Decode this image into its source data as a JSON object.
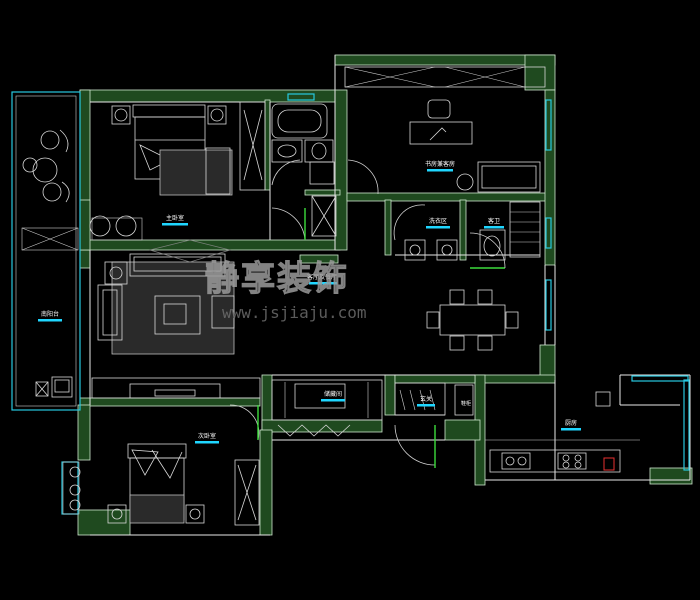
{
  "watermark": {
    "brand_text": "静享装饰",
    "url_text": "www.jsjiaju.com"
  },
  "rooms": [
    {
      "id": "master-bedroom",
      "label": "主卧室"
    },
    {
      "id": "study",
      "label": "书房兼客房"
    },
    {
      "id": "laundry",
      "label": "洗衣区"
    },
    {
      "id": "guest-bath",
      "label": "客卫"
    },
    {
      "id": "living-dining",
      "label": "客厅及餐厅"
    },
    {
      "id": "south-balcony",
      "label": "南阳台"
    },
    {
      "id": "storage",
      "label": "储藏间"
    },
    {
      "id": "entrance",
      "label": "玄关"
    },
    {
      "id": "shoe",
      "label": "鞋柜"
    },
    {
      "id": "kitchen",
      "label": "厨房"
    },
    {
      "id": "second-bedroom",
      "label": "次卧室"
    }
  ],
  "colors": {
    "background": "#000000",
    "wall_fill": "#1f4a1f",
    "label_underline": "#1fd6ff",
    "window_glass": "#27c8e0",
    "door_leaf": "#3cdc3c"
  }
}
